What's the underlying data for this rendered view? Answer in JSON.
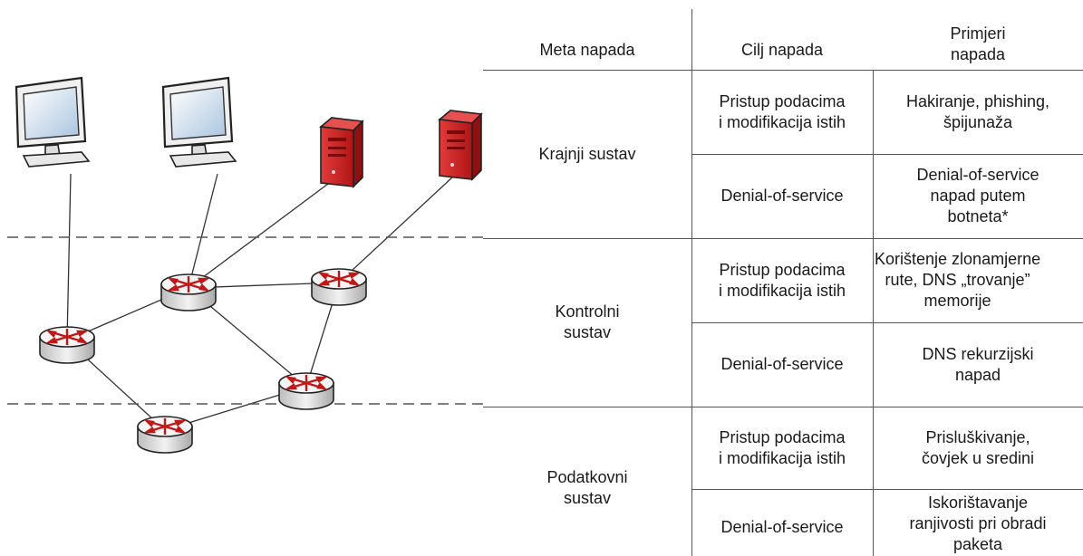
{
  "table": {
    "headers": [
      "Meta napada",
      "Cilj napada",
      "Primjeri\nnapada"
    ],
    "groups": [
      {
        "target": "Krajnji sustav",
        "rows": [
          {
            "goal": "Pristup podacima\ni modifikacija istih",
            "examples": "Hakiranje, phishing,\nšpijunaža"
          },
          {
            "goal": "Denial-of-service",
            "examples": "Denial-of-service\nnapad putem\nbotneta*"
          }
        ]
      },
      {
        "target": "Kontrolni\nsustav",
        "rows": [
          {
            "goal": "Pristup podacima\ni modifikacija istih",
            "examples": "Korištenje zlonamjerne\nrute, DNS „trovanje”\nmemorije"
          },
          {
            "goal": "Denial-of-service",
            "examples": "DNS rekurzijski\nnapad"
          }
        ]
      },
      {
        "target": "Podatkovni\nsustav",
        "rows": [
          {
            "goal": "Pristup podacima\ni modifikacija istih",
            "examples": "Prisluškivanje,\nčovjek u sredini"
          },
          {
            "goal": "Denial-of-service",
            "examples": "Iskorištavanje\nranjivosti pri obradi\npaketa"
          }
        ]
      }
    ]
  },
  "network": {
    "nodes": [
      {
        "id": "monitor-1",
        "type": "monitor"
      },
      {
        "id": "monitor-2",
        "type": "monitor"
      },
      {
        "id": "server-1",
        "type": "server"
      },
      {
        "id": "server-2",
        "type": "server"
      },
      {
        "id": "router-a",
        "type": "router"
      },
      {
        "id": "router-b",
        "type": "router"
      },
      {
        "id": "router-c",
        "type": "router"
      },
      {
        "id": "router-d",
        "type": "router"
      },
      {
        "id": "router-e",
        "type": "router"
      }
    ],
    "links": [
      [
        "monitor-1",
        "router-a"
      ],
      [
        "monitor-2",
        "router-b"
      ],
      [
        "server-1",
        "router-b"
      ],
      [
        "server-2",
        "router-c"
      ],
      [
        "router-a",
        "router-b"
      ],
      [
        "router-b",
        "router-c"
      ],
      [
        "router-b",
        "router-d"
      ],
      [
        "router-c",
        "router-d"
      ],
      [
        "router-a",
        "router-e"
      ],
      [
        "router-e",
        "router-d"
      ]
    ]
  },
  "colors": {
    "server_red": "#cc1f1f",
    "router_arrows": "#c01818",
    "line": "#333333",
    "dashed": "#555555",
    "screen_blue": "#cfe0ef"
  }
}
